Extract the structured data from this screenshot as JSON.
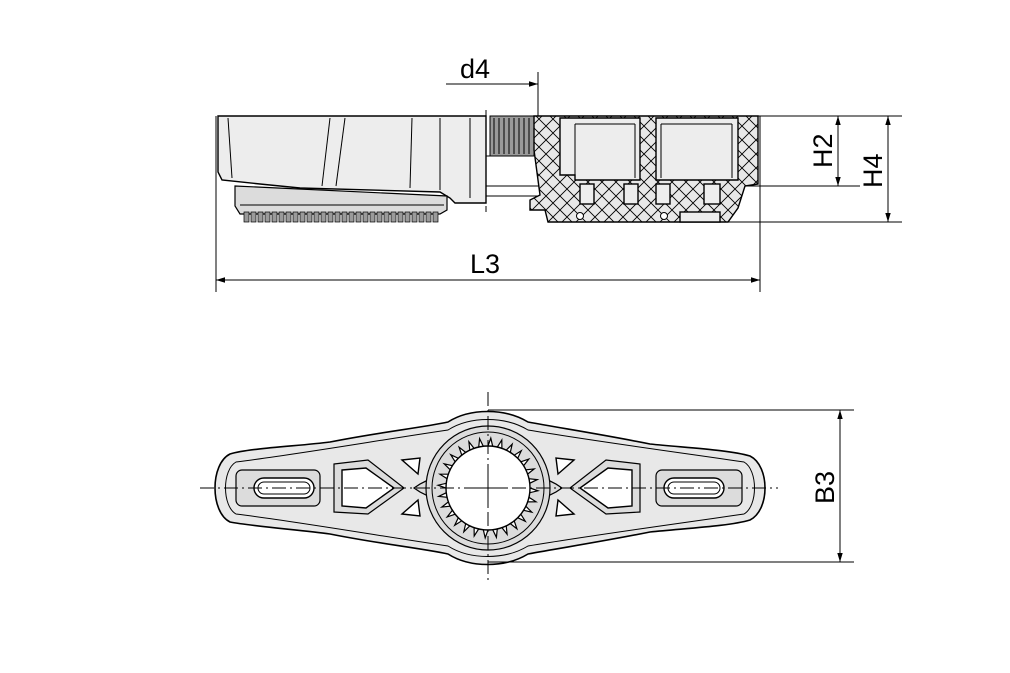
{
  "drawing": {
    "dimensions": {
      "d4": "d4",
      "H2": "H2",
      "H4": "H4",
      "L3": "L3",
      "B3": "B3"
    }
  }
}
